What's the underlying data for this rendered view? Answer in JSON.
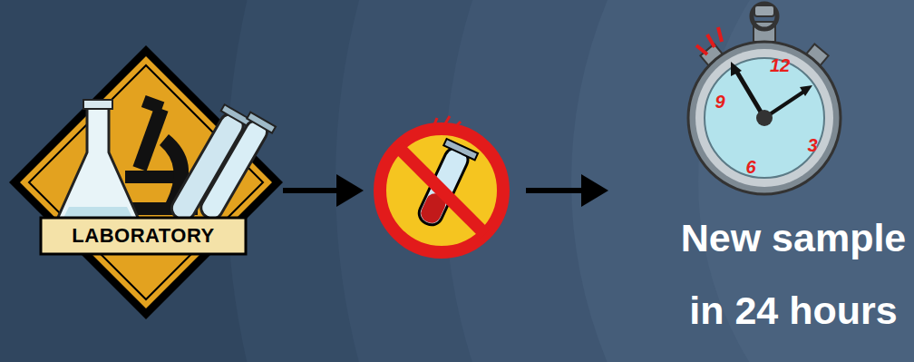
{
  "diagram": {
    "nodes": [
      {
        "text": [
          "LABORATORY"
        ]
      },
      {
        "text": [
          "12",
          "9",
          "3",
          "6",
          "New sample in 24 hours"
        ]
      }
    ]
  }
}
